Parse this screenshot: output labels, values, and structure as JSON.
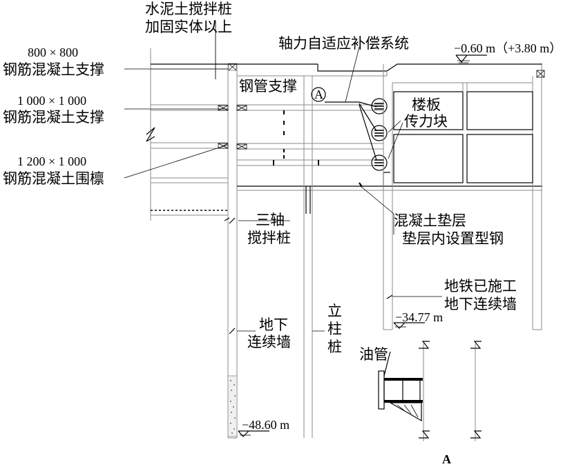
{
  "labels": {
    "cement_pile_top_1": "水泥土搅拌桩",
    "cement_pile_top_2": "加固实体以上",
    "strut_800_size": "800 × 800",
    "strut_800_name": "钢筋混凝土支撑",
    "strut_1000_size": "1 000 × 1 000",
    "strut_1000_name": "钢筋混凝土支撑",
    "waler_1200_size": "1 200 × 1 000",
    "waler_1200_name": "钢筋混凝土围檩",
    "axial_system": "轴力自适应补偿系统",
    "steel_pipe_strut": "钢管支撑",
    "circle_a": "A",
    "floor_slab": "楼板",
    "force_block": "传力块",
    "elevation_top": "−0.60 m（+3.80 m）",
    "triaxial_pile_1": "三轴",
    "triaxial_pile_2": "搅拌桩",
    "cushion_1": "混凝土垫层",
    "cushion_2": "垫层内设置型钢",
    "metro_wall_1": "地铁已施工",
    "metro_wall_2": "地下连续墙",
    "elevation_metro": "−34.77 m",
    "diaphragm_wall_1": "地下",
    "diaphragm_wall_2": "连续墙",
    "column_pile_1": "立",
    "column_pile_2": "柱",
    "column_pile_3": "桩",
    "oil_pipe": "油管",
    "elevation_bottom": "−48.60 m",
    "detail_a": "A"
  }
}
